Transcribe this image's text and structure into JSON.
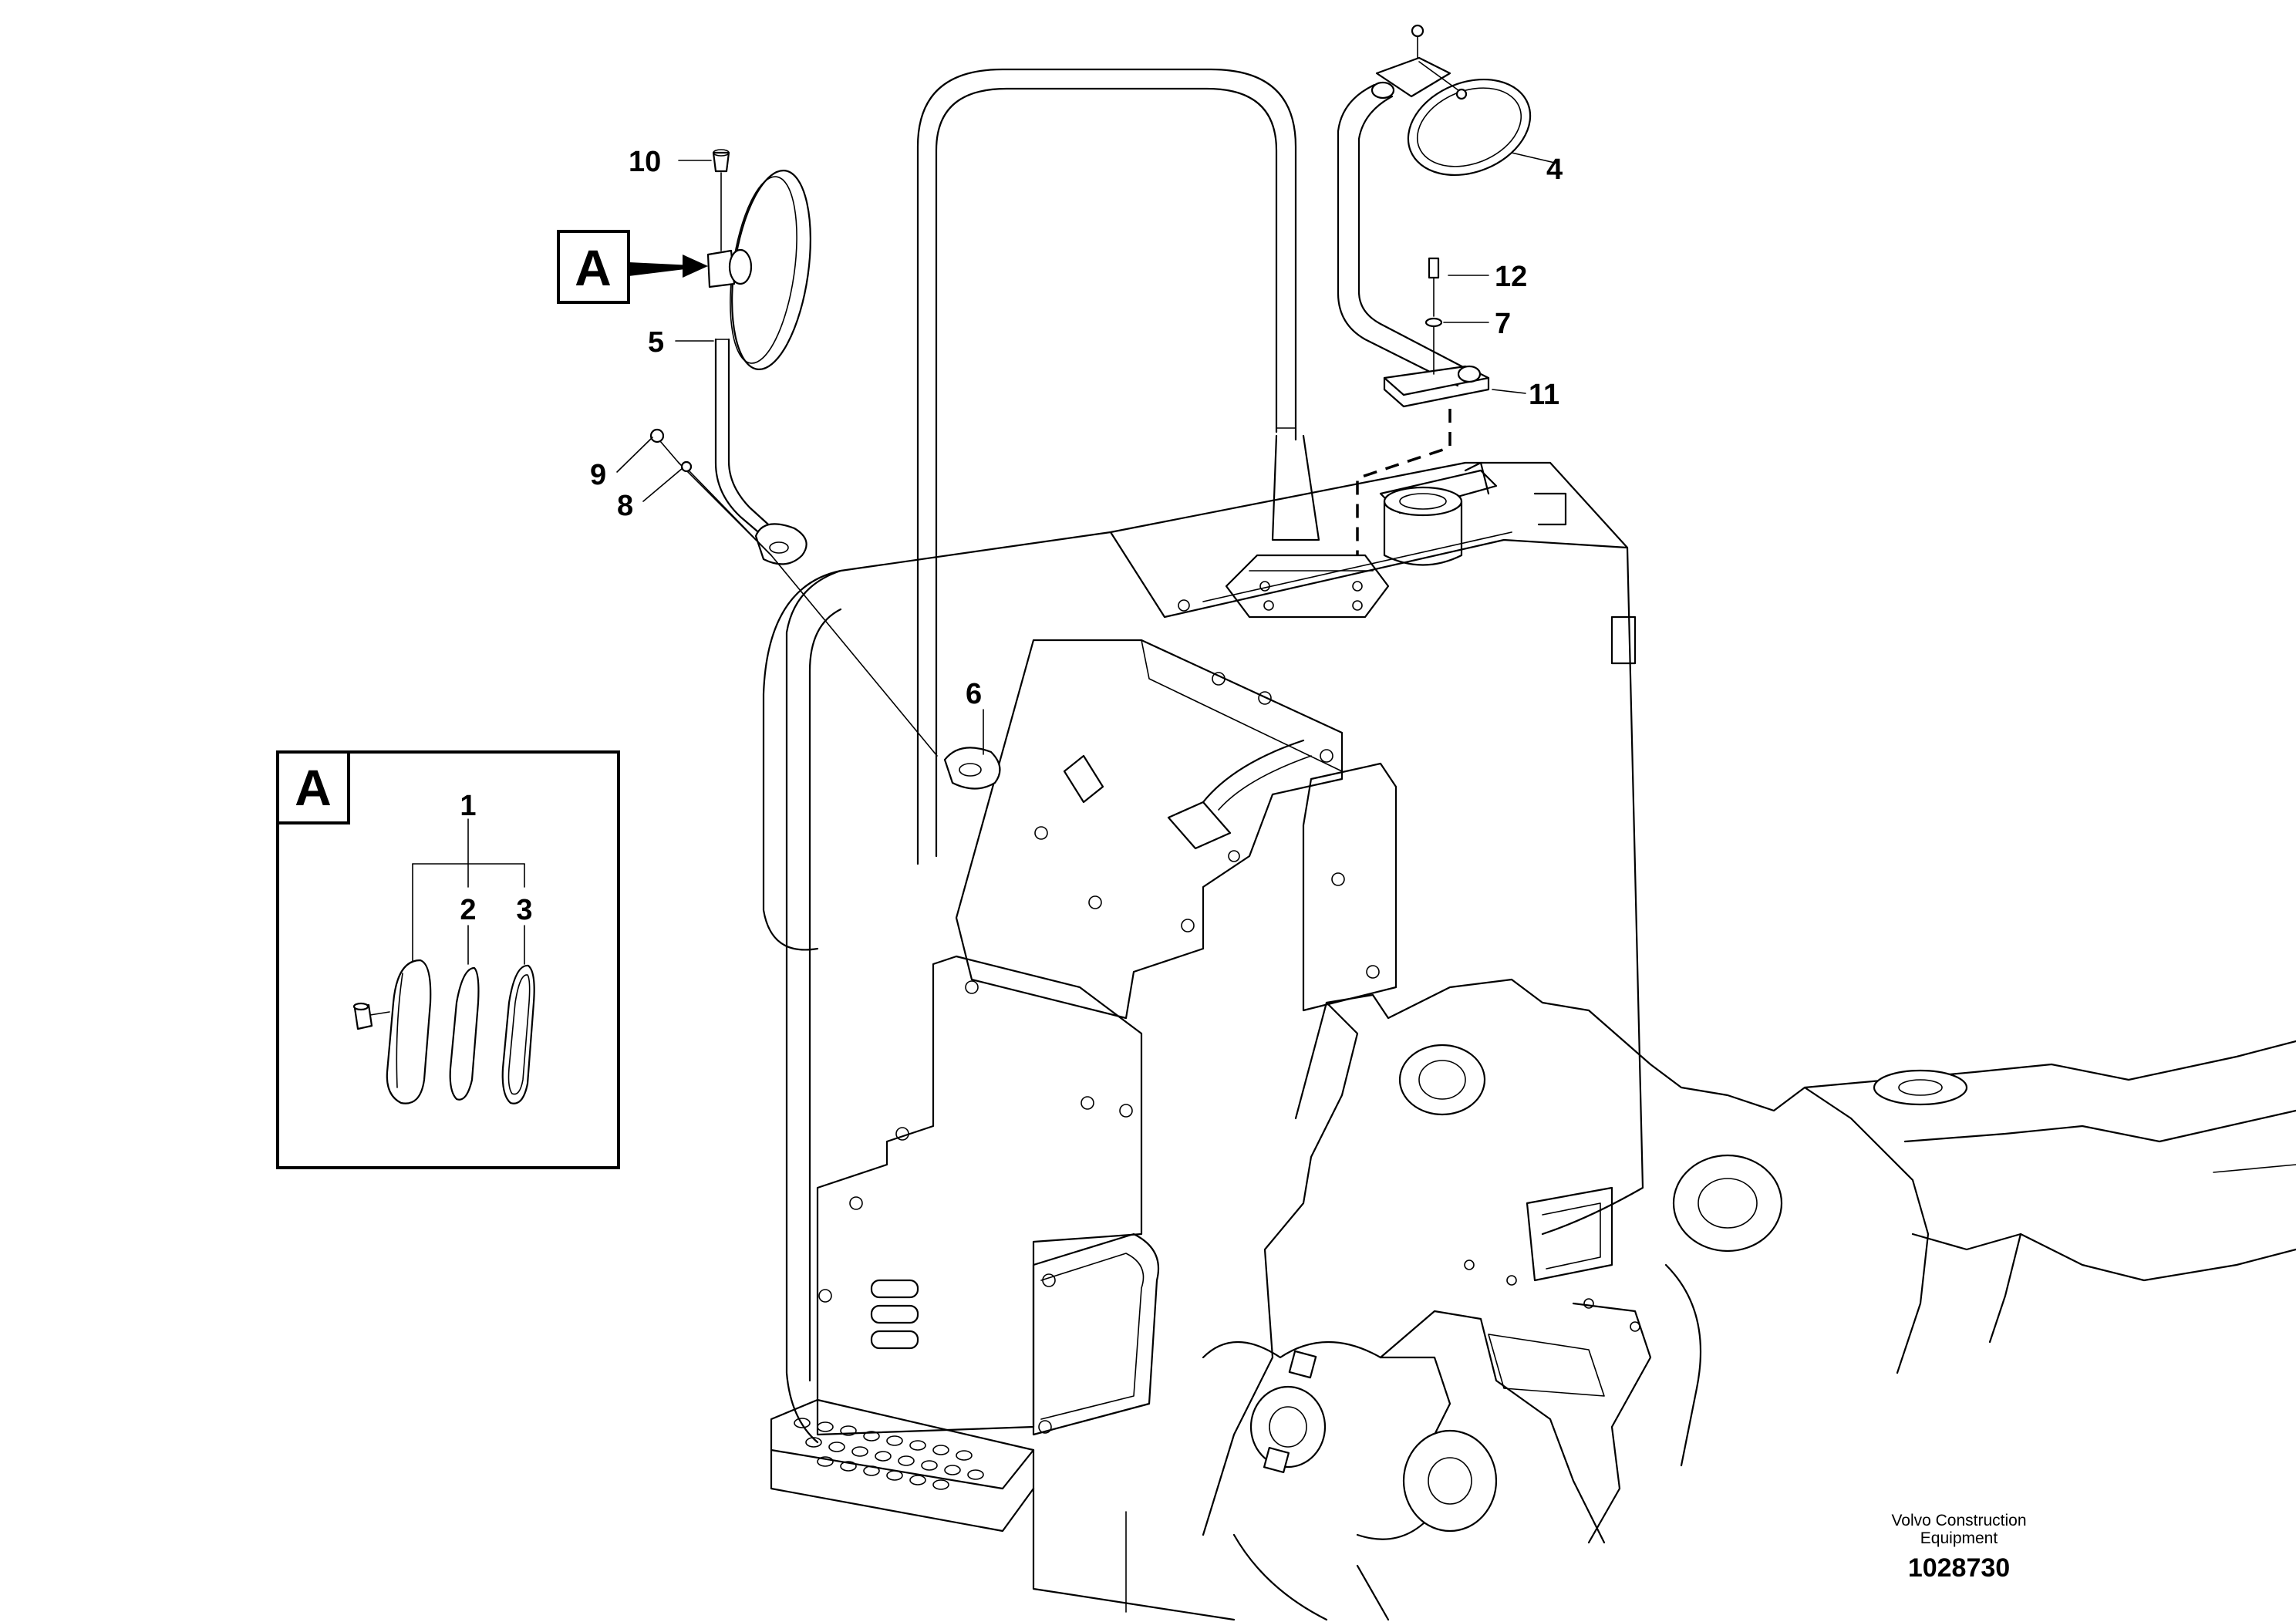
{
  "callouts": {
    "c1": "1",
    "c2": "2",
    "c3": "3",
    "c4": "4",
    "c5": "5",
    "c6": "6",
    "c7": "7",
    "c8": "8",
    "c9": "9",
    "c10": "10",
    "c11": "11",
    "c12": "12"
  },
  "detail_label": "A",
  "detail_box_label": "A",
  "credit": {
    "line1": "Volvo Construction",
    "line2": "Equipment"
  },
  "doc_number": "1028730"
}
